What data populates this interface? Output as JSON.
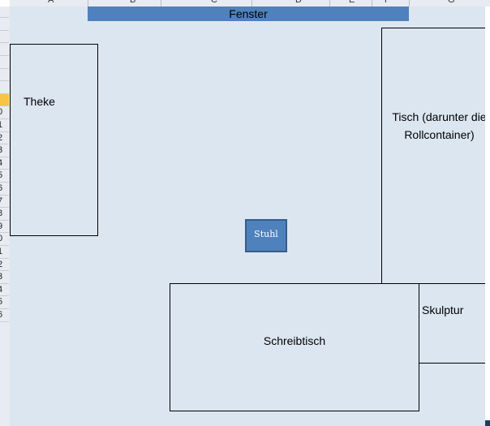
{
  "spreadsheet": {
    "column_headers": [
      "A",
      "B",
      "C",
      "D",
      "E",
      "F",
      "G"
    ],
    "row_numbers": [
      "",
      "",
      "",
      "",
      "",
      "",
      "",
      "",
      "",
      "0",
      "1",
      "2",
      "3",
      "4",
      "5",
      "6",
      "7",
      "8",
      "9",
      "0",
      "1",
      "2",
      "3",
      "4",
      "5",
      "6"
    ],
    "selected_row_index": 8,
    "selection_color": "#f7c446"
  },
  "room": {
    "background_color": "#dce6f1",
    "window": {
      "label": "Fenster",
      "color": "#4f81bd"
    },
    "theke": {
      "label": "Theke"
    },
    "tisch": {
      "line1": "Tisch (darunter die",
      "line2": "Rollcontainer)"
    },
    "stuhl": {
      "label": "Stuhl",
      "color": "#4f81bd"
    },
    "schreibtisch": {
      "label": "Schreibtisch"
    },
    "skulptur": {
      "label": "Skulptur"
    }
  }
}
